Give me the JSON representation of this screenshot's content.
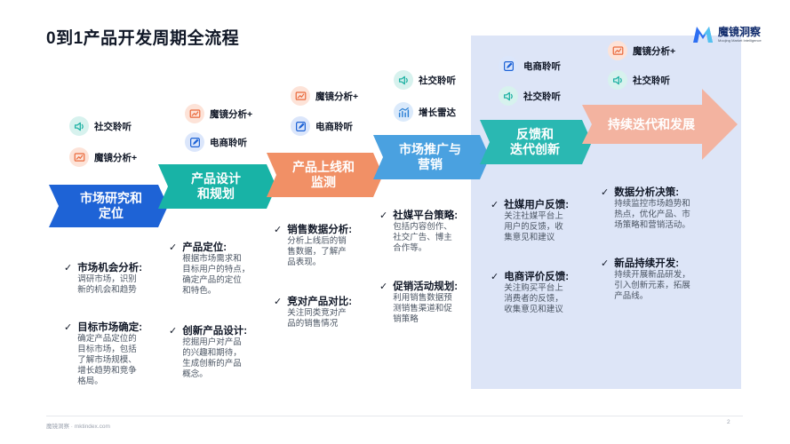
{
  "title": "0到1产品开发周期全流程",
  "logo": {
    "cn": "魔镜洞察",
    "en": "Moojing Market Intelligence"
  },
  "steps": [
    {
      "label": "市场研究和\n定位",
      "color": "#1e63d6"
    },
    {
      "label": "产品设计\n和规划",
      "color": "#18b3a6"
    },
    {
      "label": "产品上线和\n监测",
      "color": "#f19066"
    },
    {
      "label": "市场推广与\n营销",
      "color": "#4aa1e0"
    },
    {
      "label": "反馈和\n迭代创新",
      "color": "#2ab8b2"
    },
    {
      "label": "持续迭代和发展",
      "color": "#f3b3a0"
    }
  ],
  "tags": [
    {
      "text": "社交聆听",
      "icon": "speaker-icon",
      "bg": "#d7f2ee",
      "fg": "#20b2a4"
    },
    {
      "text": "魔镜分析+",
      "icon": "chart-icon",
      "bg": "#fde3d8",
      "fg": "#ea6a3c"
    },
    {
      "text": "魔镜分析+",
      "icon": "chart-icon",
      "bg": "#fde3d8",
      "fg": "#ea6a3c"
    },
    {
      "text": "电商聆听",
      "icon": "edit-icon",
      "bg": "#dbe6fb",
      "fg": "#1e63d6"
    },
    {
      "text": "魔镜分析+",
      "icon": "chart-icon",
      "bg": "#fde3d8",
      "fg": "#ea6a3c"
    },
    {
      "text": "电商聆听",
      "icon": "edit-icon",
      "bg": "#dbe6fb",
      "fg": "#1e63d6"
    },
    {
      "text": "社交聆听",
      "icon": "speaker-icon",
      "bg": "#d7f2ee",
      "fg": "#20b2a4"
    },
    {
      "text": "增长雷达",
      "icon": "trend-icon",
      "bg": "#dbeafb",
      "fg": "#2a7fd4"
    },
    {
      "text": "电商聆听",
      "icon": "edit-icon",
      "bg": "#dbe6fb",
      "fg": "#1e63d6"
    },
    {
      "text": "社交聆听",
      "icon": "speaker-icon",
      "bg": "#d7f2ee",
      "fg": "#20b2a4"
    },
    {
      "text": "魔镜分析+",
      "icon": "chart-icon",
      "bg": "#fde3d8",
      "fg": "#ea6a3c"
    },
    {
      "text": "社交聆听",
      "icon": "speaker-icon",
      "bg": "#d7f2ee",
      "fg": "#20b2a4"
    }
  ],
  "items": [
    {
      "head": "市场机会分析:",
      "desc": "调研市场，识别\n新的机会和趋势"
    },
    {
      "head": "目标市场确定:",
      "desc": "确定产品定位的\n目标市场，包括\n了解市场规模、\n增长趋势和竞争\n格局。"
    },
    {
      "head": "产品定位:",
      "desc": "根据市场需求和\n目标用户的特点，\n确定产品的定位\n和特色。"
    },
    {
      "head": "创新产品设计:",
      "desc": "挖掘用户对产品\n的兴趣和期待，\n生成创新的产品\n概念。"
    },
    {
      "head": "销售数据分析:",
      "desc": "分析上线后的销\n售数据，了解产\n品表现。"
    },
    {
      "head": "竞对产品对比:",
      "desc": "关注同类竞对产\n品的销售情况"
    },
    {
      "head": "社媒平台策略:",
      "desc": "包括内容创作、\n社交广告、博主\n合作等。"
    },
    {
      "head": "促销活动规划:",
      "desc": "利用销售数据预\n测销售渠道和促\n销策略"
    },
    {
      "head": "社媒用户反馈:",
      "desc": "关注社媒平台上\n用户的反馈，收\n集意见和建议"
    },
    {
      "head": "电商评价反馈:",
      "desc": "关注购买平台上\n消费者的反馈，\n收集意见和建议"
    },
    {
      "head": "数据分析决策:",
      "desc": "持续监控市场趋势和\n热点，优化产品、市\n场策略和营销活动。"
    },
    {
      "head": "新品持续开发:",
      "desc": "持续开展新品研发，\n引入创新元素，拓展\n产品线。"
    }
  ],
  "check_mark": "✓",
  "footer": "魔镜洞察 · mktindex.com",
  "page_number": "2"
}
